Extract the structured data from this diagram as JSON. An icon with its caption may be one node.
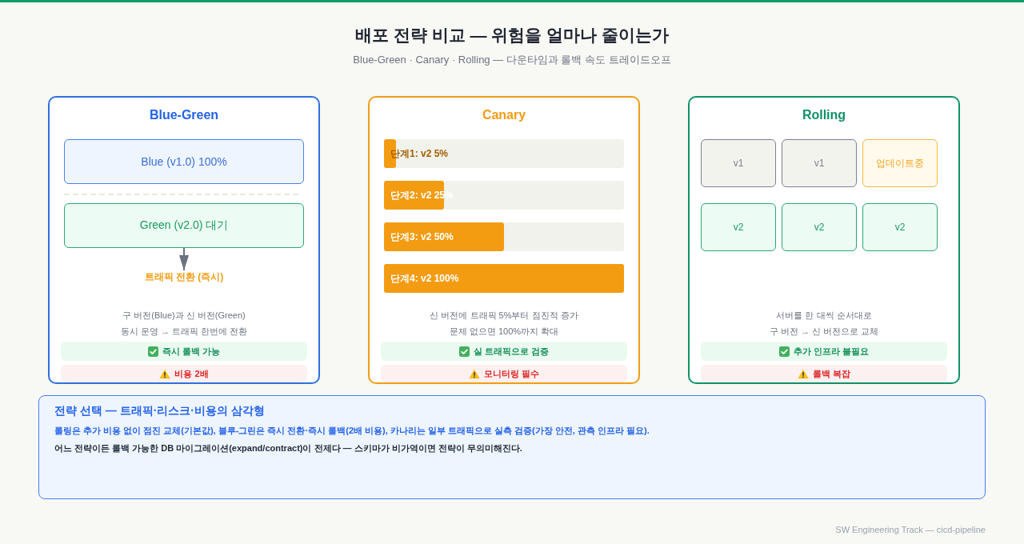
{
  "diagram": {
    "title": "배포 전략 비교 — 위험을 얼마나 줄이는가",
    "nodes": [
      {
        "text": [
          "Blue-Green",
          "구 버전(Blue)과 신 버전(Green) 동시 운영 → 트래픽 한번에 전환"
        ]
      },
      {
        "text": [
          "Blue (v1.0) 100%"
        ],
        "in": 0
      },
      {
        "text": [
          "Green (v2.0) 대기"
        ],
        "in": 0
      },
      {
        "text": [
          "트래픽 전환 (즉시)"
        ],
        "in": 0
      },
      {
        "text": [
          "즉시 롤백 가능"
        ],
        "in": 0
      },
      {
        "text": [
          "비용 2배"
        ],
        "in": 0
      },
      {
        "text": [
          "Canary",
          "신 버전에 트래픽 5%부터 점진적 증가 문제 없으면 100%까지 확대"
        ]
      },
      {
        "text": [
          "단계1: v2 5%"
        ],
        "in": 6
      },
      {
        "text": [
          "단계2: v2 25%"
        ],
        "in": 6
      },
      {
        "text": [
          "단계3: v2 50%"
        ],
        "in": 6
      },
      {
        "text": [
          "단계4: v2 100%"
        ],
        "in": 6
      },
      {
        "text": [
          "실 트래픽으로 검증"
        ],
        "in": 6
      },
      {
        "text": [
          "모니터링 필수"
        ],
        "in": 6
      },
      {
        "text": [
          "Rolling",
          "서버를 한 대씩 순서대로 구 버전 → 신 버전으로 교체"
        ]
      },
      {
        "text": [
          "v1"
        ],
        "in": 13
      },
      {
        "text": [
          "v1"
        ],
        "in": 13
      },
      {
        "text": [
          "업데이트중"
        ],
        "in": 13
      },
      {
        "text": [
          "v2"
        ],
        "in": 13
      },
      {
        "text": [
          "v2"
        ],
        "in": 13
      },
      {
        "text": [
          "v2"
        ],
        "in": 13
      },
      {
        "text": [
          "추가 인프라 불필요"
        ],
        "in": 13
      },
      {
        "text": [
          "롤백 복잡"
        ],
        "in": 13
      },
      {
        "text": [
          "전략 선택 — 트래픽·리스크·비용의 삼각형",
          "롤링은 추가 비용 없이 점진 교체(기본값), 블루-그린은 즉시 전환·즉시 롤백(2배 비용), 카나리는 일부 트래픽으로 실측 검증(가장 안전, 관측 인프라 필요).",
          "어느 전략이든 롤백 가능한 DB 마이그레이션(expand/contract)이 전제다 — 스키마가 비가역이면 전략이 무의미해진다."
        ]
      }
    ],
    "edges": [
      {
        "from": 2,
        "to": 3,
        "arrow": "to"
      }
    ],
    "labels": [
      "Blue-Green · Canary · Rolling — 다운타임과 롤백 속도 트레이드오프",
      "SW Engineering Track — cicd-pipeline"
    ]
  }
}
